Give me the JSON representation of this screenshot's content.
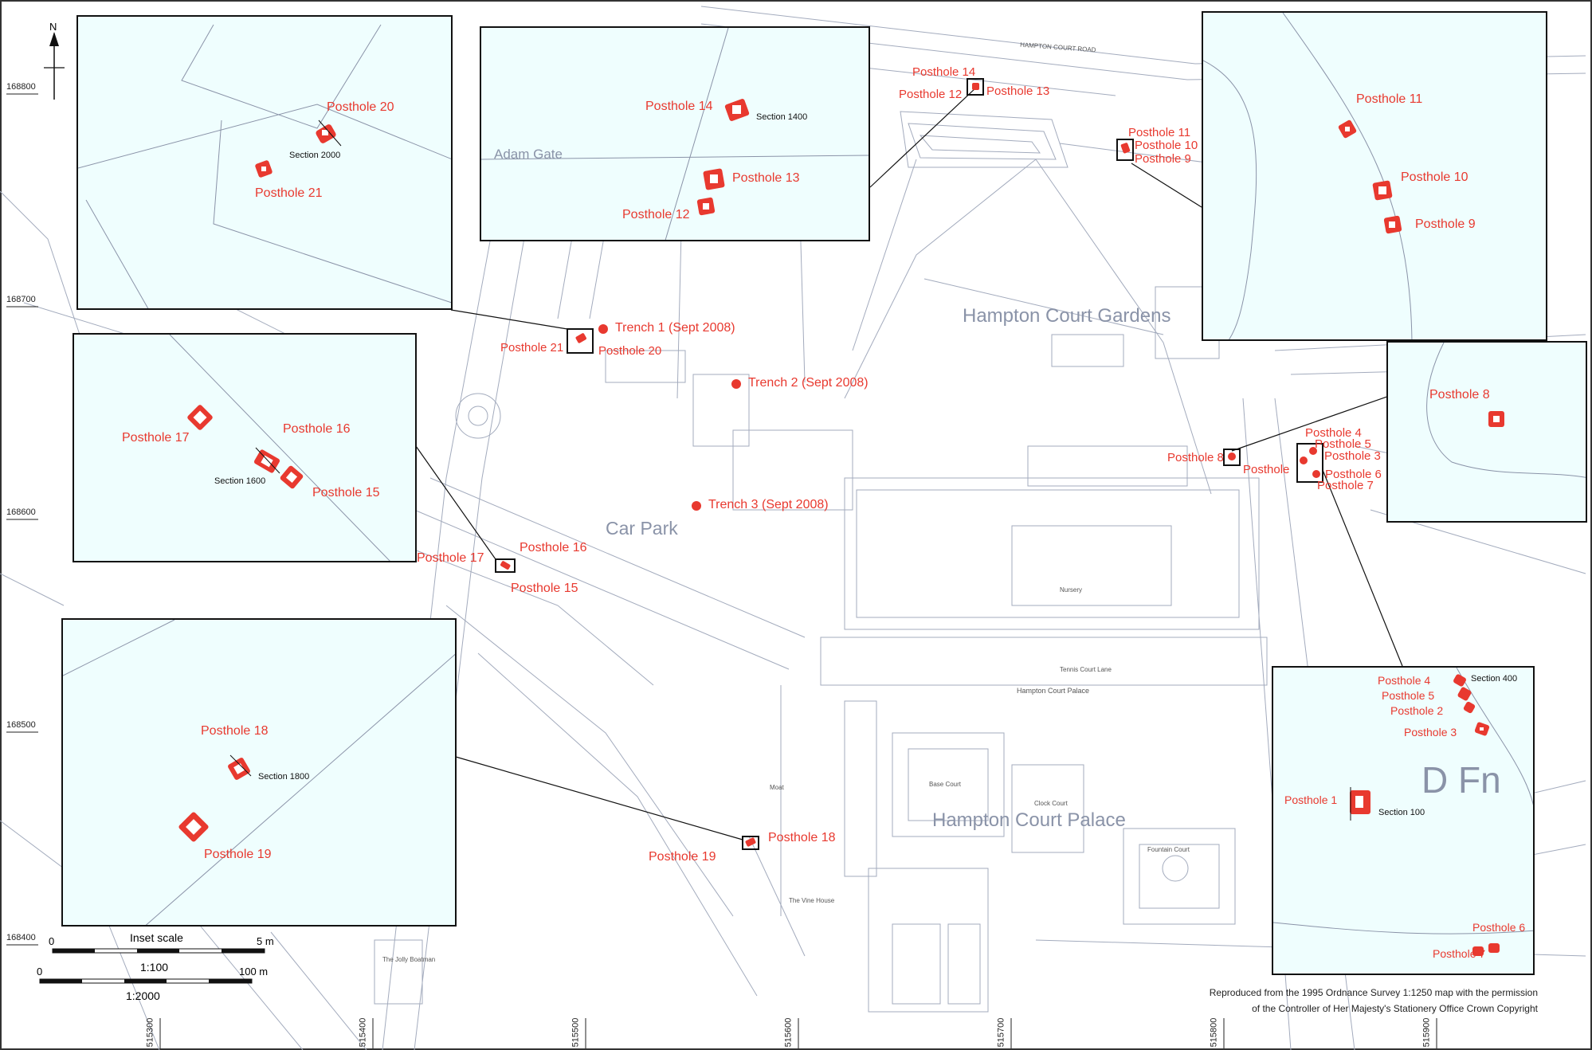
{
  "map": {
    "north_label": "N",
    "grid_northings": [
      "168800",
      "168700",
      "168600",
      "168500",
      "168400"
    ],
    "grid_eastings": [
      "515300",
      "515400",
      "515500",
      "515600",
      "515700",
      "515800",
      "515900"
    ],
    "places": {
      "gardens": "Hampton Court Gardens",
      "palace": "Hampton Court Palace",
      "car_park": "Car Park",
      "adam_gate": "Adam Gate",
      "d_fn": "D Fn"
    },
    "small_labels": {
      "road": "HAMPTON COURT ROAD",
      "nursery": "Nursery",
      "court_lane": "Tennis Court Lane",
      "base_court": "Base Court",
      "clock_court": "Clock Court",
      "fountain_court": "Fountain Court",
      "moat": "Moat",
      "vine_house": "The Vine House",
      "jolly_boatman": "The Jolly Boatman",
      "palace_small": "Hampton Court Palace"
    },
    "trenches": [
      "Trench 1 (Sept 2008)",
      "Trench 2 (Sept 2008)",
      "Trench 3 (Sept 2008)"
    ],
    "main_labels": {
      "ph21": "Posthole 21",
      "ph20": "Posthole 20",
      "ph17": "Posthole 17",
      "ph16": "Posthole 16",
      "ph15": "Posthole 15",
      "ph18": "Posthole 18",
      "ph19": "Posthole 19",
      "ph14": "Posthole 14",
      "ph12": "Posthole 12",
      "ph13": "Posthole 13",
      "ph11": "Posthole 11",
      "ph10": "Posthole 10",
      "ph9": "Posthole 9",
      "ph8": "Posthole 8",
      "ph4": "Posthole 4",
      "ph5": "Posthole 5",
      "ph3": "Posthole 3",
      "ph6": "Posthole 6",
      "ph7": "Posthole 7",
      "ph": "Posthole"
    },
    "scale": {
      "inset_title": "Inset scale",
      "inset_zero": "0",
      "inset_end": "5 m",
      "inset_ratio": "1:100",
      "main_zero": "0",
      "main_end": "100 m",
      "main_ratio": "1:2000"
    },
    "copyright": {
      "line1": "Reproduced from the 1995 Ordnance Survey 1:1250 map with the permission",
      "line2": "of the Controller of Her Majesty's Stationery Office   Crown Copyright"
    }
  },
  "insets": {
    "i20": {
      "ph20": "Posthole 20",
      "ph21": "Posthole 21",
      "section": "Section 2000"
    },
    "i14": {
      "place": "Adam Gate",
      "ph14": "Posthole 14",
      "section": "Section 1400",
      "ph13": "Posthole 13",
      "ph12": "Posthole 12"
    },
    "i11": {
      "ph11": "Posthole 11",
      "ph10": "Posthole 10",
      "ph9": "Posthole 9"
    },
    "i16": {
      "ph17": "Posthole 17",
      "ph16": "Posthole 16",
      "section": "Section 1600",
      "ph15": "Posthole 15"
    },
    "i8": {
      "ph8": "Posthole 8"
    },
    "i18": {
      "ph18": "Posthole 18",
      "section": "Section 1800",
      "ph19": "Posthole 19"
    },
    "i1": {
      "ph4": "Posthole 4",
      "section400": "Section 400",
      "ph5": "Posthole 5",
      "ph2": "Posthole 2",
      "ph3": "Posthole 3",
      "ph1": "Posthole 1",
      "section100": "Section 100",
      "ph6": "Posthole 6",
      "ph7": "Posthole 7",
      "dfn": "D Fn"
    }
  },
  "colors": {
    "feature": "#e8392f",
    "basemap": "#8a93a8",
    "inset_bg": "#effefe"
  }
}
